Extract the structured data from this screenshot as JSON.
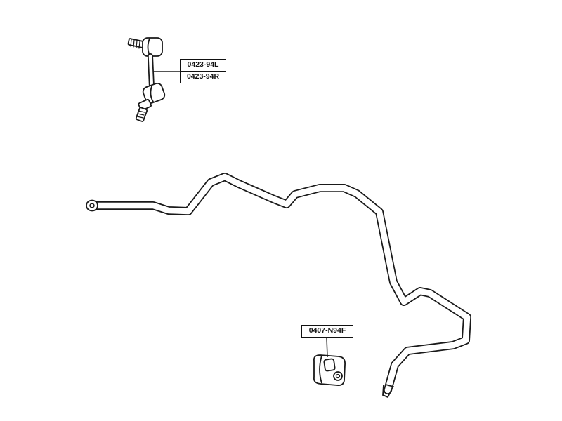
{
  "stabilizer_link": {
    "part_numbers": [
      "0423-94L",
      "0423-94R"
    ]
  },
  "stabilizer_bushing": {
    "part_number": "0407-N94F"
  }
}
